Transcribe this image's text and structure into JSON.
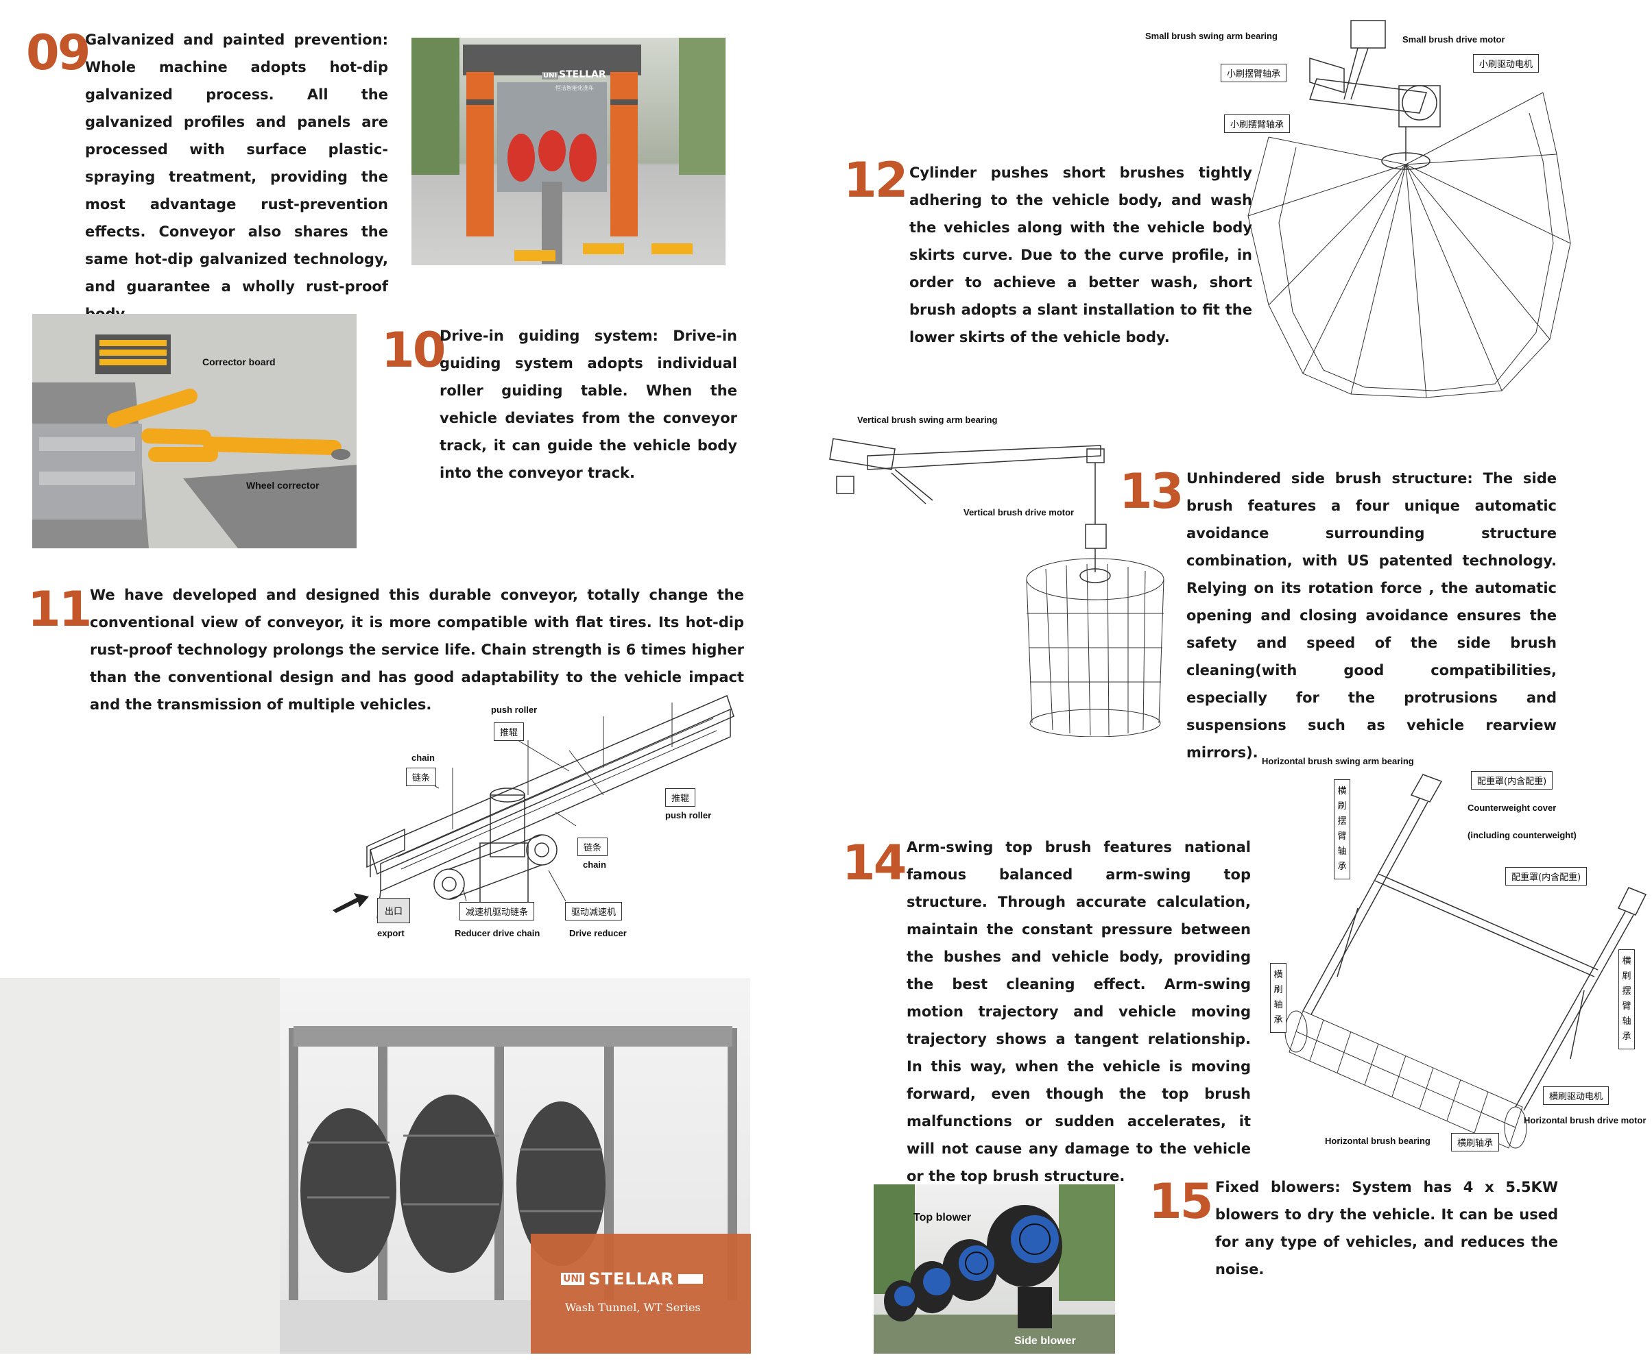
{
  "s09": {
    "num": "09",
    "text": "Galvanized and painted prevention: Whole machine adopts hot-dip galvanized process. All the galvanized profiles and panels are processed with surface plastic-spraying treatment, providing the most advantage rust-prevention effects. Conveyor also shares the same hot-dip galvanized technology, and guarantee a wholly rust-proof body.",
    "sign_brand": "STELLAR",
    "sign_logo": "UNI",
    "sign_cn": "恒洁智能化洗车"
  },
  "s10": {
    "num": "10",
    "text": "Drive-in guiding system: Drive-in guiding system adopts individual roller guiding table. When the vehicle deviates from the conveyor track, it can guide the vehicle body into the conveyor track.",
    "label_corrector": "Corrector board",
    "label_wheel": "Wheel corrector"
  },
  "s11": {
    "num": "11",
    "text": "We have developed and designed this durable conveyor, totally change the conventional view of conveyor, it is more compatible with flat tires. Its hot-dip rust-proof technology prolongs the service life. Chain strength is 6 times higher than the conventional design and has good adaptability to the vehicle impact and the transmission of multiple vehicles.",
    "push_roller_en": "push roller",
    "push_roller_cn": "推辊",
    "chain_en": "chain",
    "chain_cn": "链条",
    "export_cn": "出口",
    "export_en": "export",
    "reducer_chain_cn": "减速机驱动链条",
    "reducer_chain_en": "Reducer drive chain",
    "drive_reducer_cn": "驱动减速机",
    "drive_reducer_en": "Drive reducer"
  },
  "s12": {
    "num": "12",
    "text": "Cylinder pushes short brushes tightly adhering to the vehicle body, and wash the vehicles along with the vehicle body skirts curve. Due to the curve profile, in order to achieve a better wash, short brush adopts a slant installation to fit the lower skirts of the vehicle body.",
    "arm_bearing_en": "Small brush swing arm bearing",
    "arm_bearing_cn": "小刷摆臂轴承",
    "arm_bearing_cn2": "小刷摆臂轴承",
    "motor_en": "Small brush drive motor",
    "motor_cn": "小刷驱动电机"
  },
  "s13": {
    "num": "13",
    "text": "Unhindered side brush structure: The side brush features a four unique automatic avoidance surrounding structure combination, with US patented technology. Relying on its rotation force , the automatic opening and closing avoidance ensures the safety and speed of the side brush cleaning(with good compatibilities, especially for the protrusions and suspensions such as vehicle rearview mirrors).",
    "arm_bearing_en": "Vertical brush swing arm bearing",
    "motor_en": "Vertical brush drive motor"
  },
  "s14": {
    "num": "14",
    "text": "Arm-swing top brush features national famous balanced arm-swing top structure. Through accurate calculation, maintain the constant pressure between the bushes and vehicle body, providing the best cleaning effect. Arm-swing motion trajectory and vehicle moving trajectory shows a tangent relationship. In this way, when the vehicle is moving forward, even though the top brush malfunctions or sudden accelerates, it will not cause any damage to the vehicle or the top brush structure.",
    "arm_bearing_en": "Horizontal brush swing arm bearing",
    "arm_bearing_cn": "横刷摆臂轴承",
    "arm_bearing_cn2": "横刷摆臂轴承",
    "counterweight_cn": "配重罩(内含配重)",
    "counterweight_cn2": "配重罩(内含配重)",
    "counterweight_en1": "Counterweight cover",
    "counterweight_en2": "(including counterweight)",
    "brush_bearing_cn": "横刷轴承",
    "brush_bearing_cn2": "横刷轴承",
    "brush_bearing_en": "Horizontal brush bearing",
    "motor_cn": "横刷驱动电机",
    "motor_en": "Horizontal brush drive motor"
  },
  "s15": {
    "num": "15",
    "text": "Fixed blowers: System has 4 x 5.5KW blowers to dry the vehicle. It can be used for any type of vehicles, and reduces the noise.",
    "top_blower": "Top blower",
    "side_blower": "Side blower"
  },
  "brand": {
    "logo": "UNI",
    "name": "STELLAR",
    "subtitle": "Wash Tunnel, WT Series"
  },
  "colors": {
    "accent": "#c4572a",
    "brand_panel": "#c8663a",
    "text": "#1a1a1a",
    "grey_panel": "#ececea"
  }
}
